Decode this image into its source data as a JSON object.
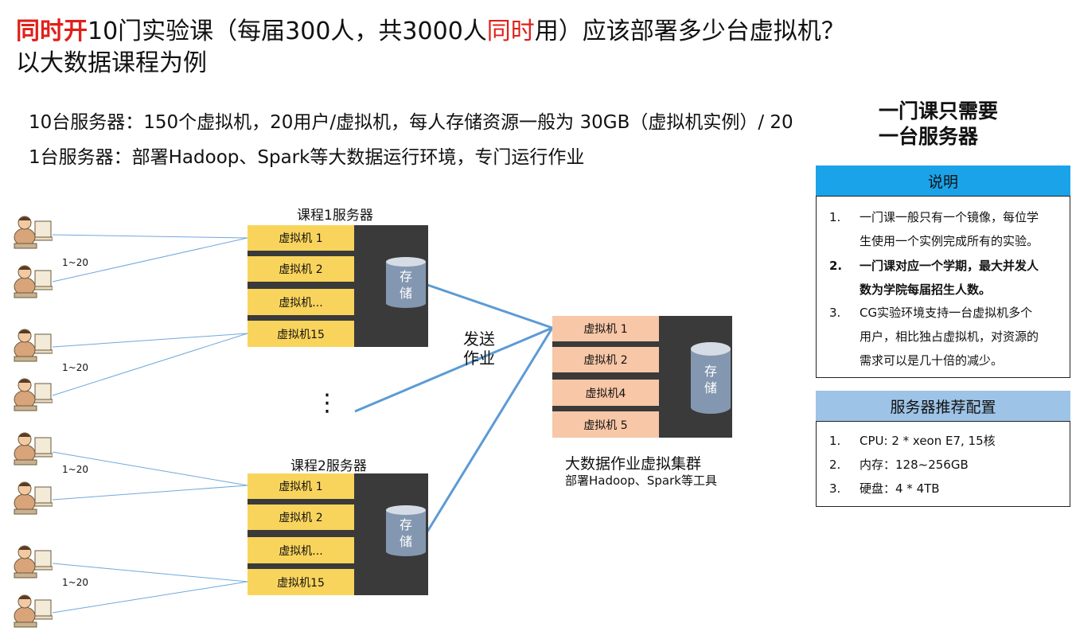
{
  "title": {
    "part1": "同时开",
    "part2": "10门实验课（每届300人，共3000人",
    "part3": "同时",
    "part4": "用）应该部署多少台虚拟机？",
    "line2": "以大数据课程为例"
  },
  "info": {
    "line1": "10台服务器：150个虚拟机，20用户/虚拟机，每人存储资源一般为 30GB（虚拟机实例）/ 20",
    "line2": "1台服务器：部署Hadoop、Spark等大数据运行环境，专门运行作业"
  },
  "callout": [
    "一门课只需要",
    "一台服务器"
  ],
  "course1": {
    "label": "课程1服务器",
    "vms": [
      "虚拟机 1",
      "虚拟机 2",
      "虚拟机...",
      "虚拟机15"
    ],
    "storage": [
      "存",
      "储"
    ]
  },
  "course2": {
    "label": "课程2服务器",
    "vms": [
      "虚拟机 1",
      "虚拟机 2",
      "虚拟机...",
      "虚拟机15"
    ],
    "storage": [
      "存",
      "储"
    ]
  },
  "cluster": {
    "vms": [
      "虚拟机 1",
      "虚拟机 2",
      "虚拟机4",
      "虚拟机 5"
    ],
    "storage": [
      "存",
      "储"
    ],
    "label": "大数据作业虚拟集群",
    "sublabel": "部署Hadoop、Spark等工具"
  },
  "send_job": [
    "发送",
    "作业"
  ],
  "ellipsis": "⋮",
  "user_counts": [
    "1~20",
    "1~20",
    "1~20",
    "1~20"
  ],
  "notes": {
    "title": "说明",
    "header_color": "#1aa3e8",
    "items": [
      {
        "num": "1.",
        "lines": [
          "一门课一般只有一个镜像，每位学",
          "生使用一个实例完成所有的实验。"
        ]
      },
      {
        "num": "2.",
        "lines": [
          "一门课对应一个学期，最大并发人",
          "数为学院每届招生人数。"
        ]
      },
      {
        "num": "3.",
        "lines": [
          "CG实验环境支持一台虚拟机多个",
          "用户，相比独占虚拟机，对资源的",
          "需求可以是几十倍的减少。"
        ]
      }
    ]
  },
  "config": {
    "title": "服务器推荐配置",
    "header_color": "#9dc3e6",
    "items": [
      {
        "num": "1.",
        "text": "CPU: 2 * xeon E7, 15核"
      },
      {
        "num": "2.",
        "text": "内存：128~256GB"
      },
      {
        "num": "3.",
        "text": "硬盘：4 * 4TB"
      }
    ]
  },
  "colors": {
    "accent_red": "#e0201a",
    "vm_yellow": "#f9d45c",
    "vm_peach": "#f8c7a7",
    "server_dark": "#3a3a3a",
    "storage_blue": "#8497b0",
    "line_blue": "#5b9bd5"
  },
  "icons": [
    "student-at-computer-icon",
    "database-cylinder-icon"
  ]
}
